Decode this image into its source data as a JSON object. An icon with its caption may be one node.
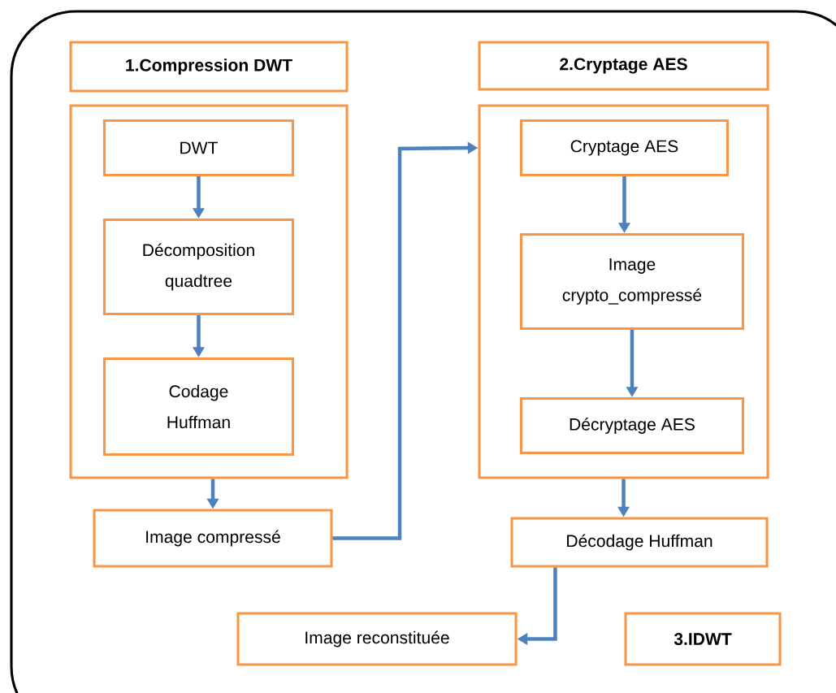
{
  "diagram": {
    "nodes": [
      {
        "text": [
          "1.Compression DWT"
        ]
      },
      {
        "text": [],
        "shape": "box"
      },
      {
        "text": [
          "DWT"
        ],
        "in": 1
      },
      {
        "text": [
          "Décomposition quadtree"
        ],
        "in": 1
      },
      {
        "text": [
          "Codage Huffman"
        ],
        "in": 1
      },
      {
        "text": [
          "Image compressé"
        ]
      },
      {
        "text": [
          "2.Cryptage AES"
        ]
      },
      {
        "text": [],
        "shape": "box"
      },
      {
        "text": [
          "Cryptage AES"
        ],
        "in": 7
      },
      {
        "text": [
          "Image crypto_compressé"
        ],
        "in": 7
      },
      {
        "text": [
          "Décryptage AES"
        ],
        "in": 7
      },
      {
        "text": [
          "Décodage Huffman"
        ]
      },
      {
        "text": [
          "Image reconstituée"
        ]
      },
      {
        "text": [
          "3.IDWT"
        ]
      }
    ],
    "edges": [
      {
        "from": 2,
        "to": 3,
        "arrow": "to"
      },
      {
        "from": 3,
        "to": 4,
        "arrow": "to"
      },
      {
        "from": 1,
        "to": 5,
        "arrow": "to"
      },
      {
        "from": 5,
        "to": 7,
        "arrow": "to"
      },
      {
        "from": 8,
        "to": 9,
        "arrow": "to"
      },
      {
        "from": 9,
        "to": 10,
        "arrow": "to"
      },
      {
        "from": 7,
        "to": 11,
        "arrow": "to"
      },
      {
        "from": 11,
        "to": 12,
        "arrow": "to"
      }
    ]
  }
}
